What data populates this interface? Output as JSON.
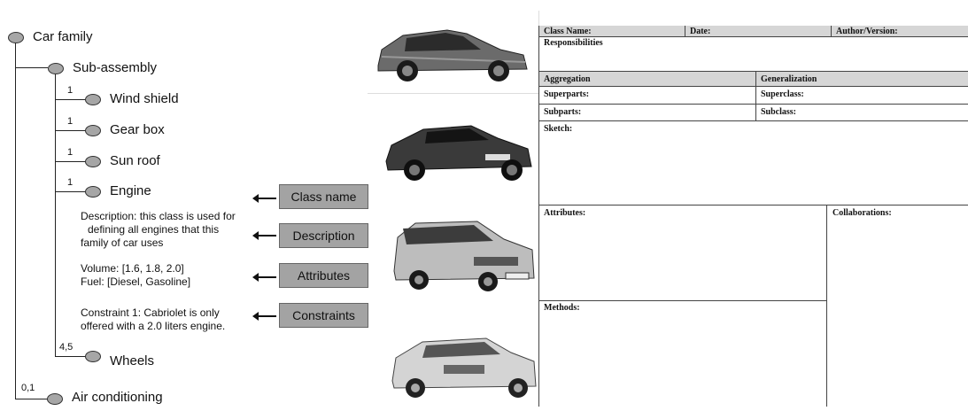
{
  "tree": {
    "root": "Car family",
    "sub": "Sub-assembly",
    "items": [
      {
        "mult": "1",
        "label": "Wind shield"
      },
      {
        "mult": "1",
        "label": "Gear box"
      },
      {
        "mult": "1",
        "label": "Sun roof"
      },
      {
        "mult": "1",
        "label": "Engine"
      },
      {
        "mult": "4,5",
        "label": "Wheels"
      }
    ],
    "aircon": {
      "mult": "0,1",
      "label": "Air conditioning"
    },
    "engine_details": {
      "description": [
        "Description: this class is used for",
        "defining all engines that this",
        "family of car uses"
      ],
      "attributes": [
        "Volume: [1.6, 1.8, 2.0]",
        "Fuel: [Diesel, Gasoline]"
      ],
      "constraint": [
        "Constraint 1: Cabriolet is only",
        "offered with a 2.0 liters engine."
      ]
    }
  },
  "tags": [
    "Class name",
    "Description",
    "Attributes",
    "Constraints"
  ],
  "crc_card": {
    "class_name": "Class Name:",
    "date": "Date:",
    "author": "Author/Version:",
    "responsibilities": "Responsibilities",
    "aggregation": "Aggregation",
    "generalization": "Generalization",
    "superparts": "Superparts:",
    "superclass": "Superclass:",
    "subparts": "Subparts:",
    "subclass": "Subclass:",
    "sketch": "Sketch:",
    "attributes": "Attributes:",
    "collaborations": "Collaborations:",
    "methods": "Methods:"
  },
  "colors": {
    "node": "#a6a6a6",
    "tag": "#a3a3a3",
    "header": "#d6d6d6"
  }
}
